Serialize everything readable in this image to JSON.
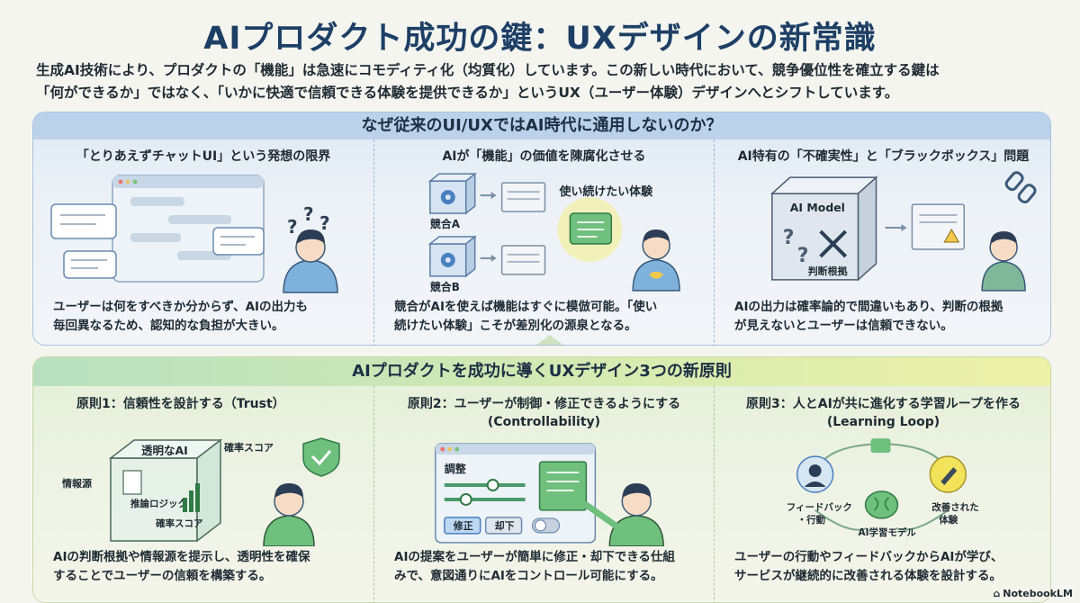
{
  "title": "AIプロダクト成功の鍵：UXデザインの新常識",
  "intro": {
    "line1": "生成AI技術により、プロダクトの「機能」は急速にコモディティ化（均質化）しています。この新しい時代において、競争優位性を確立する鍵は",
    "line2": "「何ができるか」ではなく、「いかに快適で信頼できる体験を提供できるか」というUX（ユーザー体験）デザインへとシフトしています。"
  },
  "section1": {
    "heading": "なぜ従来のUI/UXではAI時代に通用しないのか？",
    "columns": [
      {
        "title": "「とりあえずチャットUI」という発想の限界",
        "desc_line1": "ユーザーは何をすべきか分からず、AIの出力も",
        "desc_line2": "毎回異なるため、認知的な負担が大きい。"
      },
      {
        "title": "AIが「機能」の価値を陳腐化させる",
        "desc_line1": "競合がAIを使えば機能はすぐに模倣可能。「使い",
        "desc_line2": "続けたい体験」こそが差別化の源泉となる。",
        "competitor_a": "競合A",
        "competitor_b": "競合B",
        "experience_label": "使い続けたい体験"
      },
      {
        "title": "AI特有の「不確実性」と「ブラックボックス」問題",
        "desc_line1": "AIの出力は確率論的で間違いもあり、判断の根拠",
        "desc_line2": "が見えないとユーザーは信頼できない。",
        "model_label": "AI Model",
        "basis_label": "判断根拠"
      }
    ]
  },
  "section2": {
    "heading": "AIプロダクトを成功に導くUXデザイン3つの新原則",
    "principles": [
      {
        "title_line1": "原則1：信頼性を設計する（Trust）",
        "title_line2": "",
        "desc_line1": "AIの判断根拠や情報源を提示し、透明性を確保",
        "desc_line2": "することでユーザーの信頼を構築する。",
        "transparent_ai": "透明なAI",
        "source_label": "情報源",
        "logic_label": "推論ロジック",
        "score_label": "確率スコア"
      },
      {
        "title_line1": "原則2：ユーザーが制御・修正できるようにする",
        "title_line2": "(Controllability)",
        "desc_line1": "AIの提案をユーザーが簡単に修正・却下できる仕組",
        "desc_line2": "みで、意図通りにAIをコントロール可能にする。",
        "adjust_label": "調整",
        "edit_button": "修正",
        "reject_button": "却下"
      },
      {
        "title_line1": "原則3：人とAIが共に進化する学習ループを作る",
        "title_line2": "(Learning Loop)",
        "desc_line1": "ユーザーの行動やフィードバックからAIが学び、",
        "desc_line2": "サービスが継続的に改善される体験を設計する。",
        "feedback_label": "フィードバック",
        "action_label": "・行動",
        "model_label": "AI学習モデル",
        "improved_label1": "改善された",
        "improved_label2": "体験"
      }
    ]
  },
  "brand": "NotebookLM",
  "colors": {
    "title": "#1d3f66",
    "section1_bg": "#dde8f4",
    "section2_bg": "#e4efd6",
    "accent_yellow": "#f3e35a",
    "accent_green": "#4a9a6a",
    "accent_blue": "#4a7fc0"
  }
}
